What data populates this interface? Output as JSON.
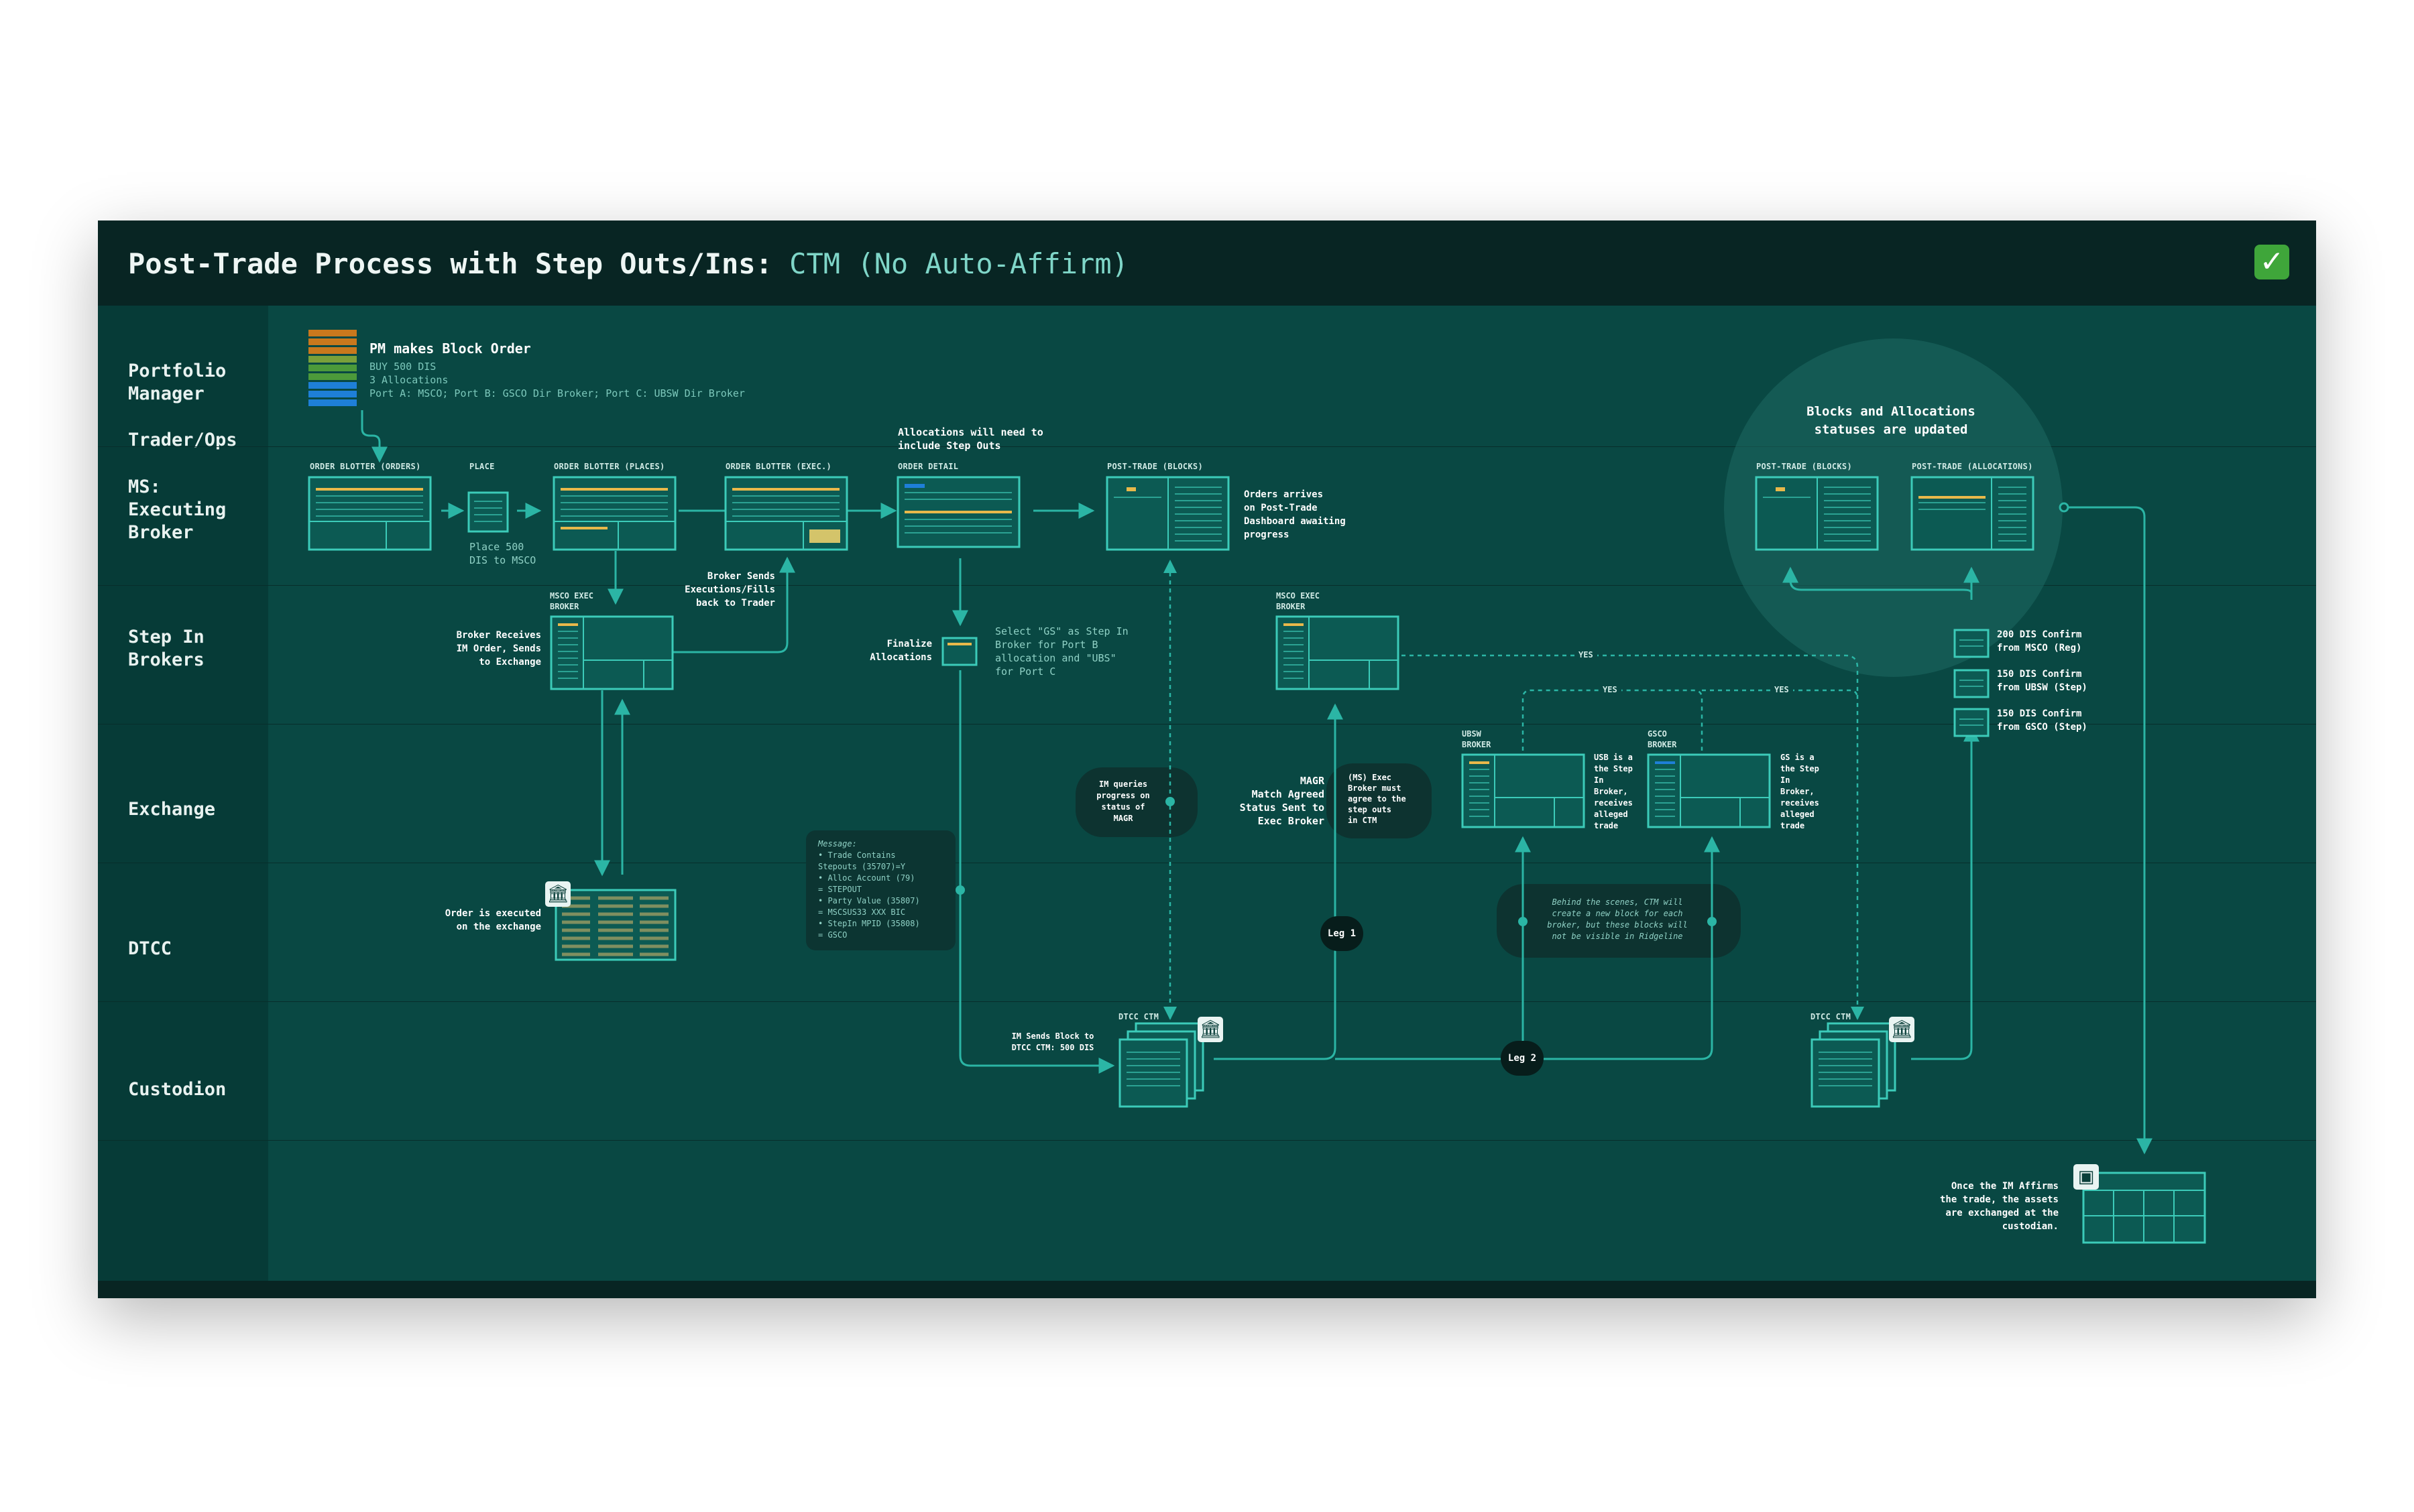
{
  "header": {
    "title_main": "Post-Trade Process with Step Outs/Ins: ",
    "title_accent": "CTM (No Auto-Affirm)",
    "check_glyph": "✓"
  },
  "lanes": [
    "Portfolio\nManager",
    "Trader/Ops",
    "MS:\nExecuting\nBroker",
    "Step In\nBrokers",
    "Exchange",
    "DTCC",
    "Custodion"
  ],
  "pm": {
    "title": "PM makes Block Order",
    "details": "BUY 500 DIS\n3 Allocations\nPort A: MSCO; Port B: GSCO Dir Broker; Port C: UBSW Dir Broker"
  },
  "screens": {
    "order_blotter_orders": "ORDER BLOTTER (ORDERS)",
    "place": "PLACE",
    "order_blotter_places": "ORDER BLOTTER (PLACES)",
    "order_blotter_exec": "ORDER BLOTTER (EXEC.)",
    "order_detail": "ORDER DETAIL",
    "post_trade_blocks": "POST-TRADE (BLOCKS)",
    "post_trade_blocks_2": "POST-TRADE (BLOCKS)",
    "post_trade_allocations": "POST-TRADE (ALLOCATIONS)",
    "msco_exec_broker_1": "MSCO EXEC\nBROKER",
    "msco_exec_broker_2": "MSCO EXEC\nBROKER",
    "ubsw_broker": "UBSW\nBROKER",
    "gsco_broker": "GSCO\nBROKER",
    "dtcc_ctm_1": "DTCC CTM",
    "dtcc_ctm_2": "DTCC CTM"
  },
  "notes": {
    "place_500": "Place 500\nDIS to MSCO",
    "allocations_need": "Allocations will need to\ninclude Step Outs",
    "orders_arrives": "Orders arrives\non Post-Trade\nDashboard awaiting\nprogress",
    "blocks_updated": "Blocks and Allocations\nstatuses are updated",
    "broker_receives": "Broker Receives\nIM Order, Sends\nto Exchange",
    "broker_sends": "Broker Sends\nExecutions/Fills\nback to Trader",
    "finalize": "Finalize\nAllocations",
    "select_gs": "Select \"GS\" as Step In\nBroker for Port B\nallocation and \"UBS\"\nfor Port C",
    "im_queries": "IM queries\nprogress on\nstatus of\nMAGR",
    "magr": "MAGR\nMatch Agreed\nStatus Sent to\nExec Broker",
    "ms_exec_agree": "(MS) Exec\nBroker must\nagree to the\nstep outs\nin CTM",
    "usb_step": "USB is a\nthe Step\nIn\nBroker,\nreceives\nalleged\ntrade",
    "gs_step": "GS is a\nthe Step\nIn\nBroker,\nreceives\nalleged\ntrade",
    "order_executed": "Order is executed\non the exchange",
    "behind_scenes": "Behind the scenes, CTM will\ncreate a new block for each\nbroker, but these blocks will\nnot be visible in Ridgeline",
    "im_sends_block": "IM Sends Block to\nDTCC CTM: 500 DIS",
    "custodian_note": "Once the IM Affirms\nthe trade, the assets\nare exchanged at the\ncustodian.",
    "confirm_1": "200 DIS Confirm\nfrom MSCO (Reg)",
    "confirm_2": "150 DIS Confirm\nfrom UBSW (Step)",
    "confirm_3": "150 DIS Confirm\nfrom GSCO (Step)",
    "yes_1": "YES",
    "yes_2": "YES",
    "yes_3": "YES",
    "leg_1": "Leg 1",
    "leg_2": "Leg 2"
  },
  "message": {
    "heading": "Message:",
    "lines": "• Trade Contains\n  Stepouts (35707)=Y\n• Alloc Account (79)\n  = STEPOUT\n• Party Value (35807)\n  = MSCSUS33 XXX BIC\n• StepIn MPID (35808)\n  = GSCO"
  },
  "icons": [
    "bank-icon",
    "bank-icon",
    "bank-icon",
    "safe-icon",
    "check-icon"
  ],
  "colors": {
    "background": "#094843",
    "header": "#082523",
    "lane_column": "#063b37",
    "accent": "#7fd6c8",
    "line": "#2bb5a5"
  }
}
